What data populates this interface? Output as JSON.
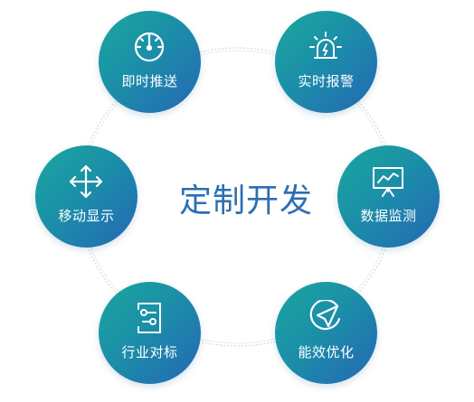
{
  "center_title": "定制开发",
  "nodes": [
    {
      "label": "即时推送",
      "icon": "speedometer-icon"
    },
    {
      "label": "实时报警",
      "icon": "alarm-light-icon"
    },
    {
      "label": "移动显示",
      "icon": "move-arrows-icon"
    },
    {
      "label": "数据监测",
      "icon": "presentation-chart-icon"
    },
    {
      "label": "行业对标",
      "icon": "sliders-panel-icon"
    },
    {
      "label": "能效优化",
      "icon": "navigation-arrow-icon"
    }
  ],
  "colors": {
    "gradient_start": "#1aa79e",
    "gradient_end": "#2567b5",
    "title": "#2b6fb3",
    "ring": "#cfd6dc"
  }
}
